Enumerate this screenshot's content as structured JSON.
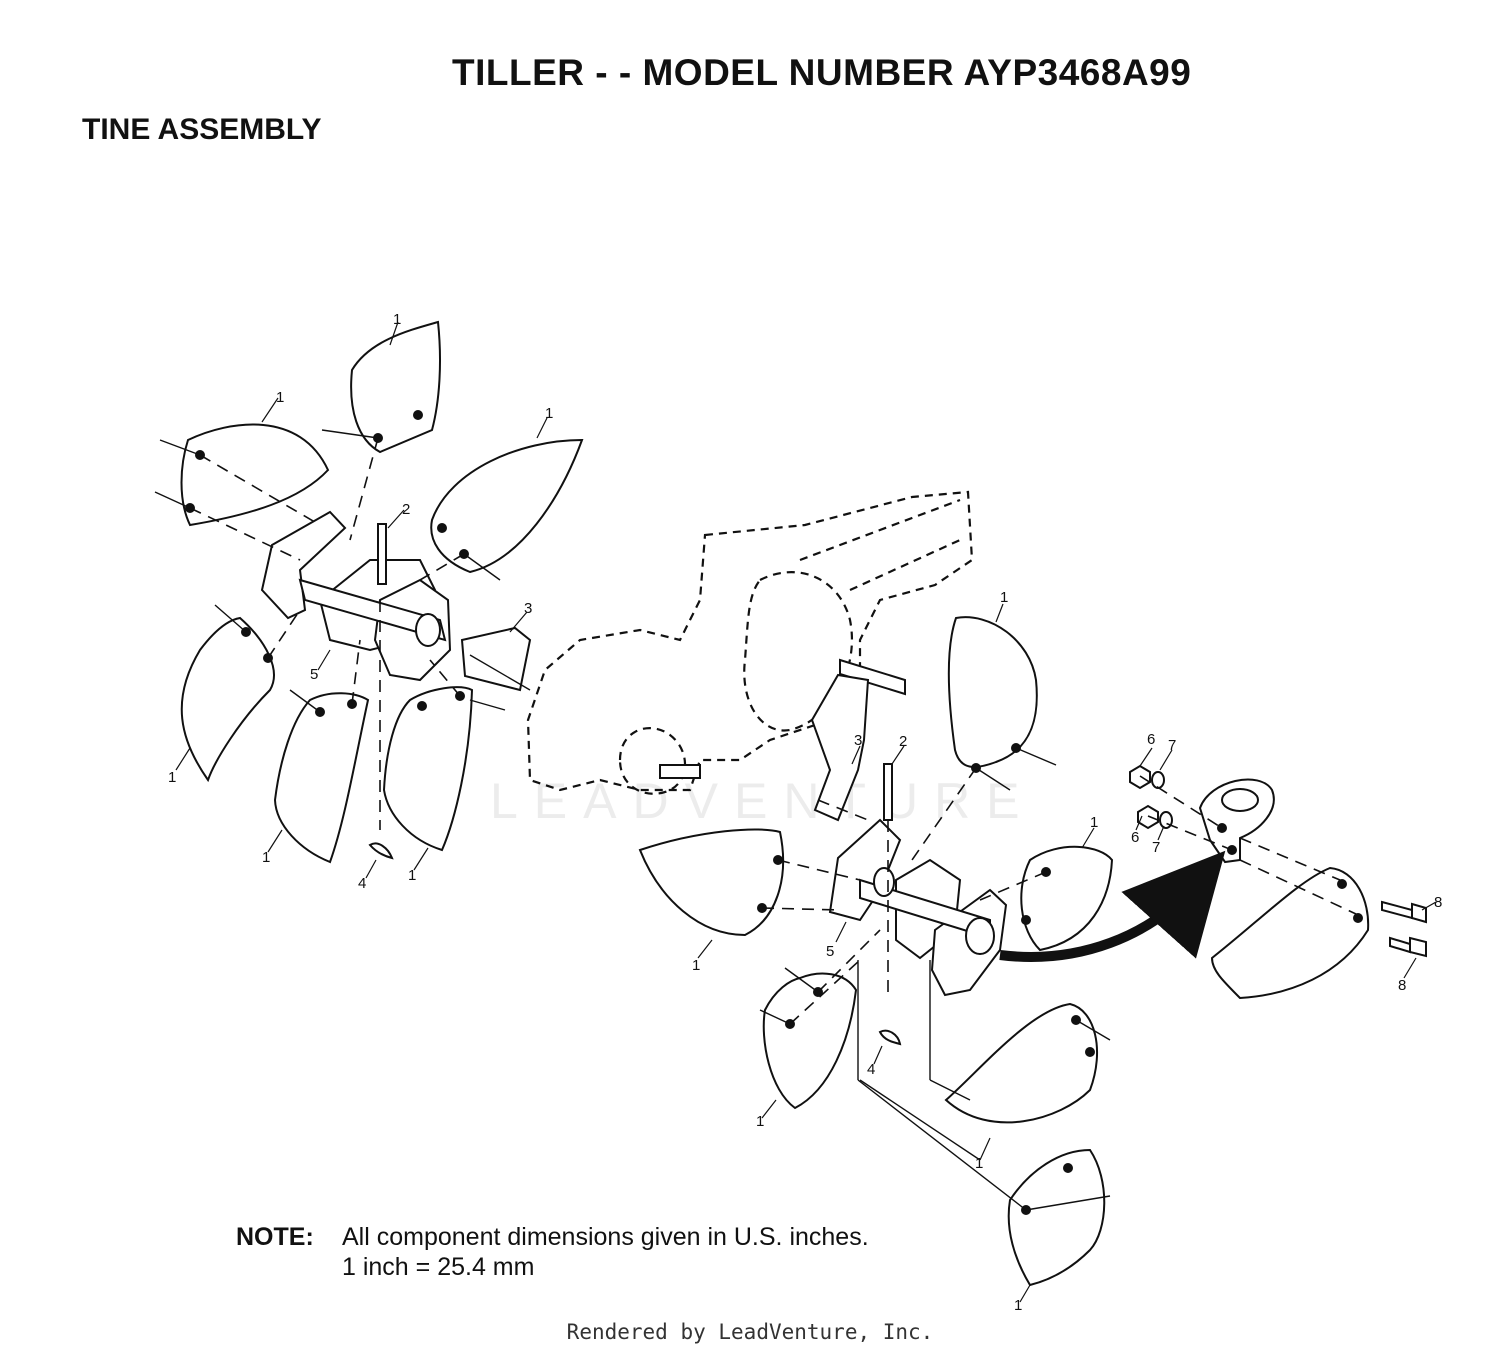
{
  "header": {
    "title": "TILLER - - MODEL NUMBER AYP3468A99",
    "section": "TINE ASSEMBLY"
  },
  "callouts": {
    "tine": "1",
    "clevis_pin": "2",
    "hub_adapter": "3",
    "hairpin_clip": "4",
    "shaft_assembly": "5",
    "nut": "6",
    "lock_washer": "7",
    "bolt": "8"
  },
  "note": {
    "label": "NOTE:",
    "line1": "All component dimensions given in U.S. inches.",
    "line2": "1 inch = 25.4 mm"
  },
  "watermark": "LEADVENTURE",
  "footer": {
    "credit": "Rendered by LeadVenture, Inc."
  },
  "colors": {
    "ink": "#111111",
    "watermark": "#ececec",
    "background": "#ffffff"
  }
}
